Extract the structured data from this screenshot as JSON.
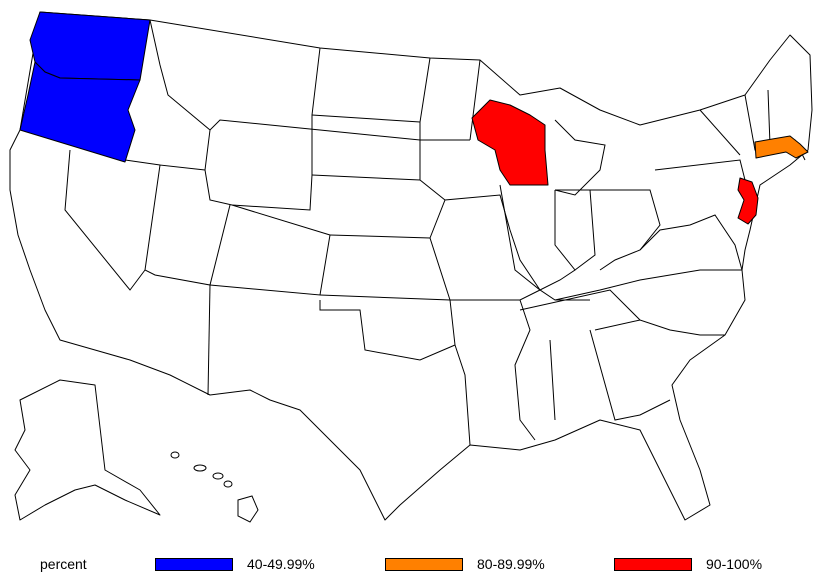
{
  "colors": {
    "default_fill": "#ffffff",
    "stroke": "#000000",
    "bin_40_50": "#0000ff",
    "bin_80_90": "#ff8000",
    "bin_90_100": "#ff0000"
  },
  "legend": {
    "title": "percent",
    "items": [
      {
        "label": "40-49.99%",
        "color": "#0000ff"
      },
      {
        "label": "80-89.99%",
        "color": "#ff8000"
      },
      {
        "label": "90-100%",
        "color": "#ff0000"
      }
    ]
  },
  "states": [
    {
      "name": "washington",
      "bin": "40-49.99%"
    },
    {
      "name": "oregon",
      "bin": "40-49.99%"
    },
    {
      "name": "wisconsin",
      "bin": "90-100%"
    },
    {
      "name": "new-jersey",
      "bin": "90-100%"
    },
    {
      "name": "massachusetts",
      "bin": "80-89.99%"
    }
  ]
}
